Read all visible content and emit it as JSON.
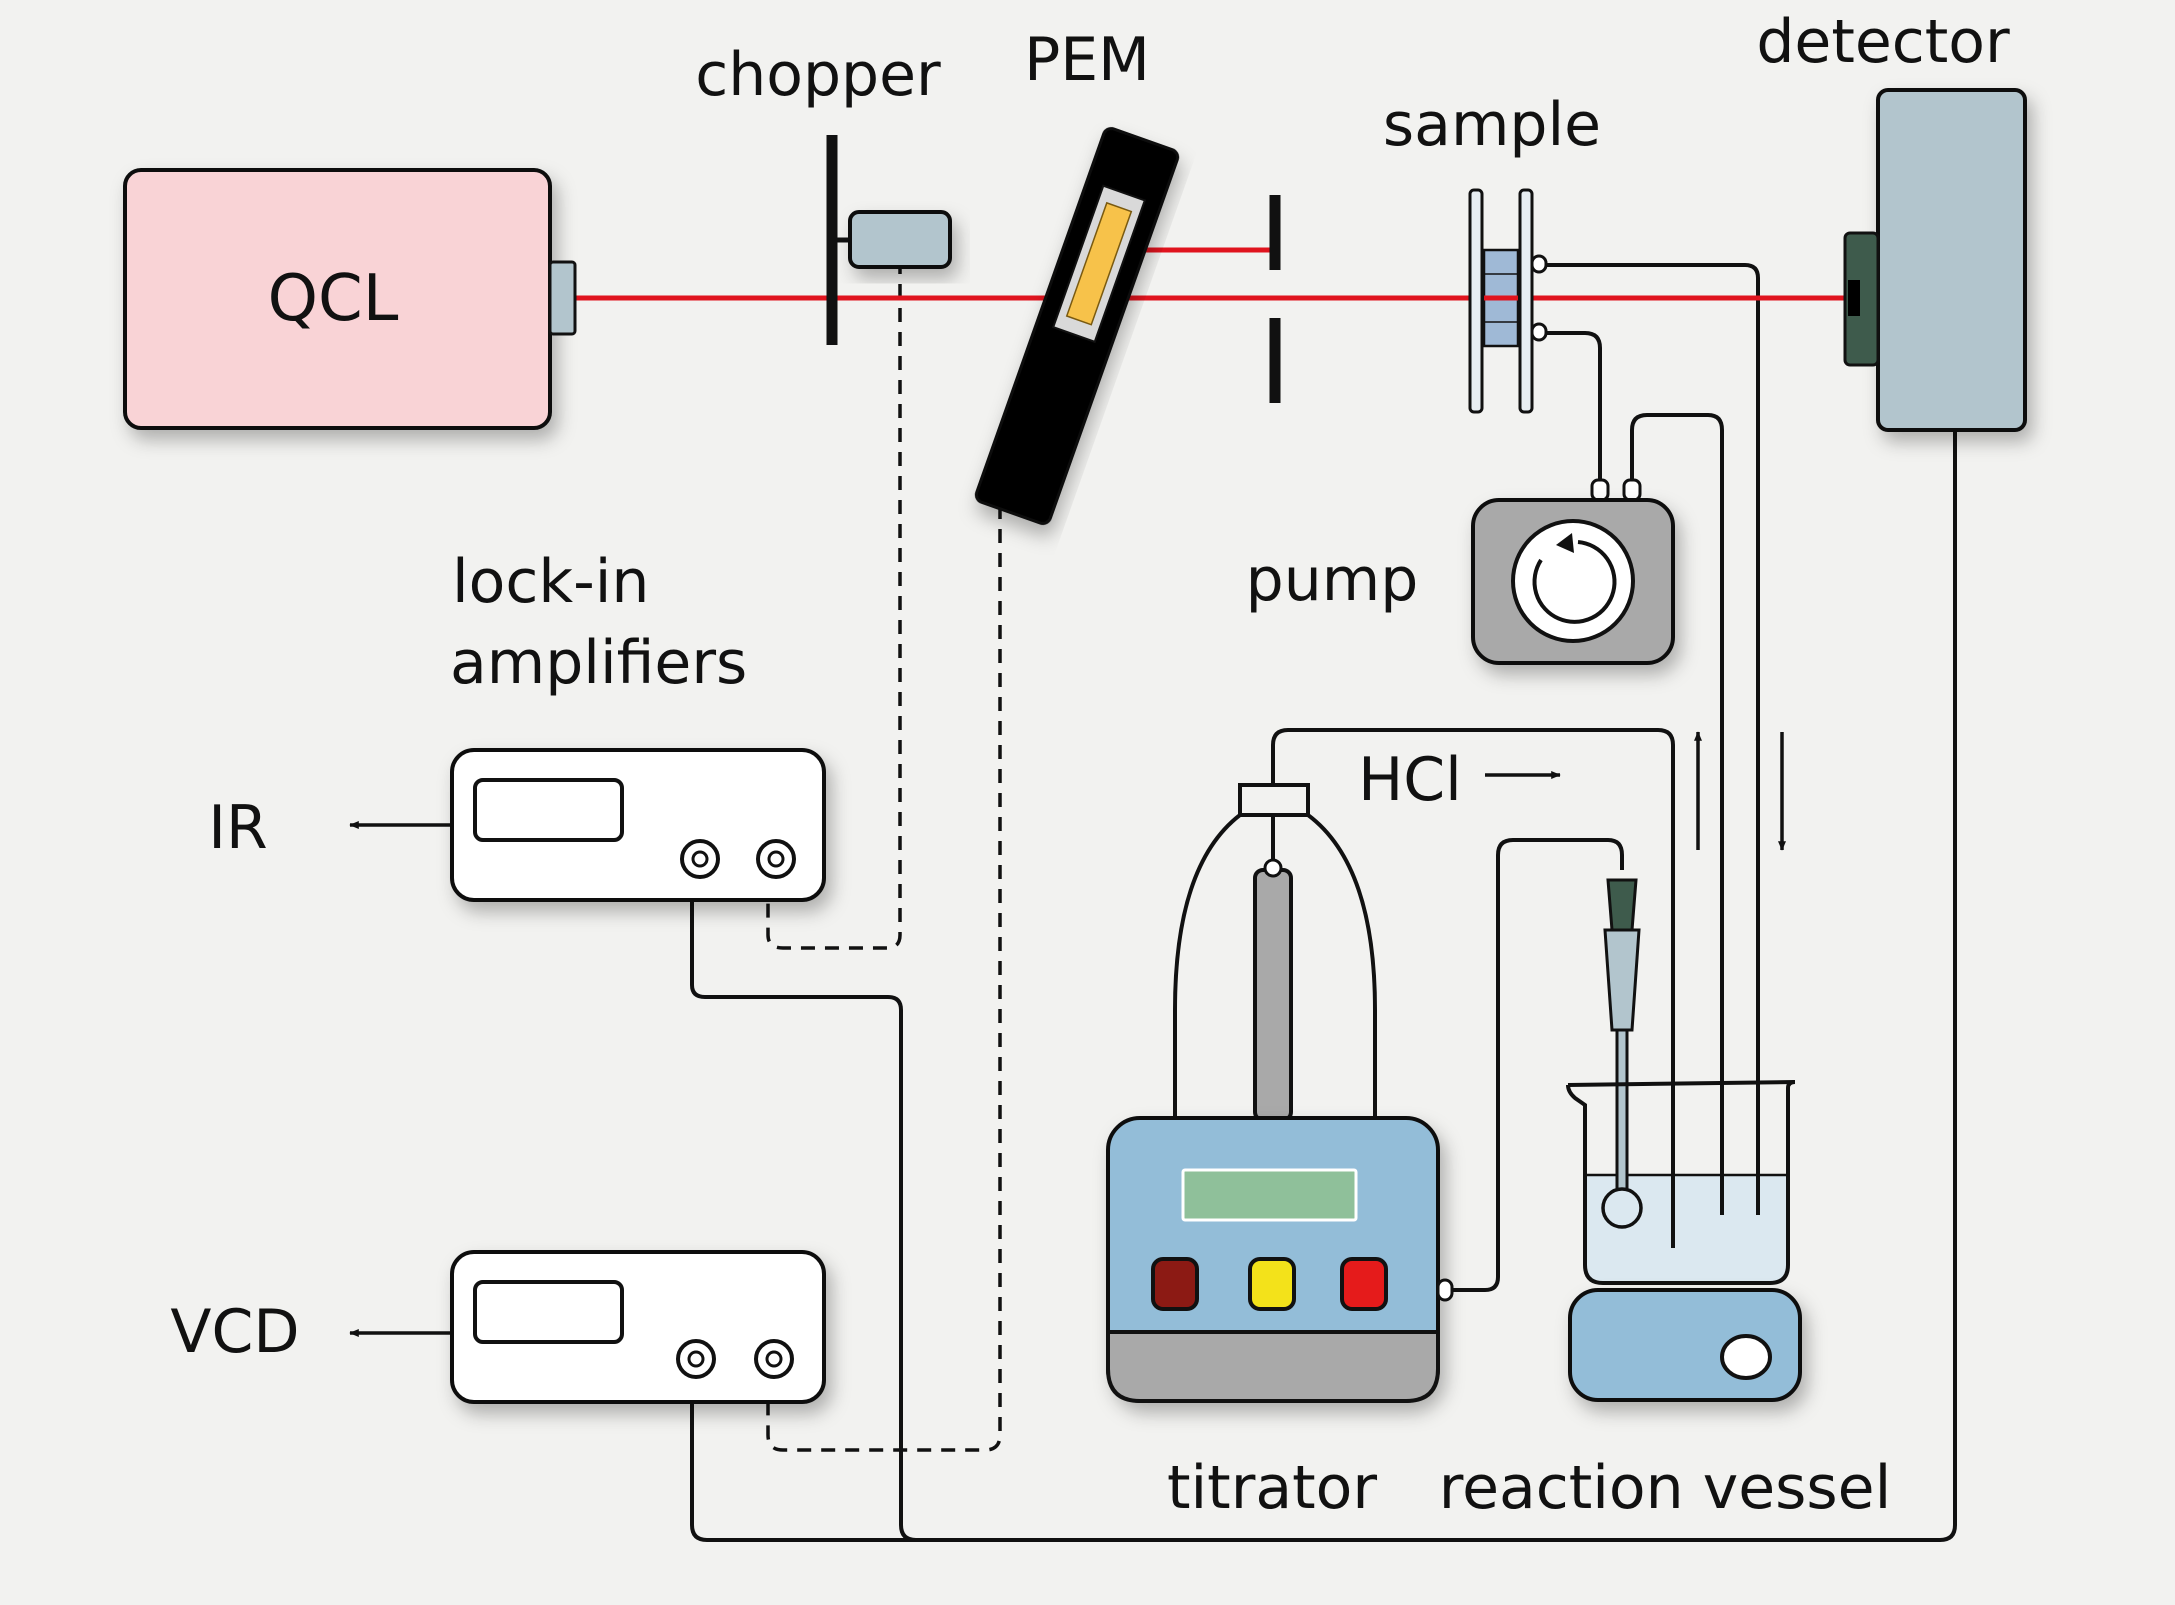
{
  "labels": {
    "qcl": "QCL",
    "chopper": "chopper",
    "pem": "PEM",
    "sample": "sample",
    "detector": "detector",
    "pump": "pump",
    "lockin_line1": "lock-in",
    "lockin_line2": "amplifiers",
    "ir": "IR",
    "vcd": "VCD",
    "hcl": "HCl",
    "titrator": "titrator",
    "reaction_vessel": "reaction vessel"
  },
  "colors": {
    "laser_beam": "#e0141e",
    "qcl_body": "#f9d3d6",
    "pem_crystal": "#f7c24a",
    "device_blue": "#93bdd8",
    "detector_body": "#b2c5cd",
    "pump_body": "#a9a9a9",
    "button_dark_red": "#8c1a14",
    "button_yellow": "#f3e21a",
    "button_red": "#e51b1b",
    "display_green": "#8fc09a"
  },
  "icons": {
    "pump_rotation": "rotate-arrow-icon",
    "ir_output": "arrow-left-icon",
    "vcd_output": "arrow-left-icon",
    "hcl_flow": "arrow-right-icon",
    "flow_up": "arrow-up-icon",
    "flow_down": "arrow-down-icon"
  }
}
